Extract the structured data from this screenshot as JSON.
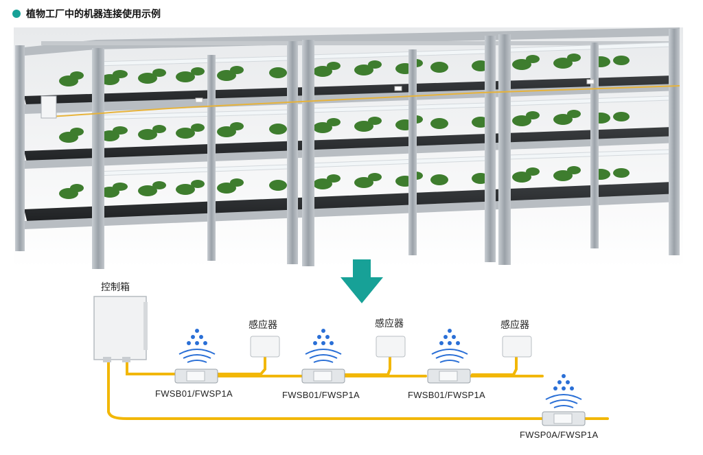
{
  "header": {
    "title": "植物工厂中的机器连接使用示例"
  },
  "labels": {
    "control_box": "控制箱",
    "sensors": [
      "感应器",
      "感应器",
      "感应器"
    ],
    "modules": [
      "FWSB01/FWSP1A",
      "FWSB01/FWSP1A",
      "FWSB01/FWSP1A",
      "FWSP0A/FWSP1A"
    ]
  },
  "colors": {
    "accent": "#17a197",
    "cable": "#f2b705",
    "water": "#2a6fd6",
    "frame": "#aeb4ba",
    "tray": "#2b2e31",
    "plant": "#3e7d2e"
  },
  "icons": {
    "bullet": "dot-icon",
    "arrow": "arrow-down-icon",
    "water": "water-drop-icon"
  }
}
